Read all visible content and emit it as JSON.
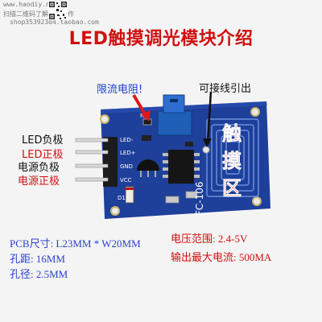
{
  "watermark": {
    "url": "www.haodiy.net",
    "scan_text": "扫描二维码了解更多制作",
    "shop": "shop35392304.taobao.com"
  },
  "title": "LED触摸调光模块介绍",
  "callouts": {
    "resistor": "限流电阻!",
    "wire": "可接线引出",
    "touch_area_chars": [
      "触",
      "摸",
      "区"
    ]
  },
  "pins": [
    {
      "label": "LED负极",
      "color": "#111111"
    },
    {
      "label": "LED正极",
      "color": "#d01010"
    },
    {
      "label": "电源负极",
      "color": "#111111"
    },
    {
      "label": "电源正极",
      "color": "#d01010"
    }
  ],
  "silkscreen": {
    "pins": [
      "LED-",
      "LED+",
      "GND",
      "VCC"
    ],
    "model": "FC-106",
    "ref1": "R2",
    "ref2": "D1"
  },
  "specs": {
    "pcb": "PCB尺寸: L23MM * W20MM",
    "hole_pitch": "孔距: 16MM",
    "hole_dia": "孔径: 2.5MM",
    "voltage": "电压范围: 2.4-5V",
    "current": "输出最大电流: 500MA"
  },
  "colors": {
    "pcb": "#1e3f9a",
    "title_red": "#d01010",
    "spec_blue": "#2a3fd0"
  }
}
